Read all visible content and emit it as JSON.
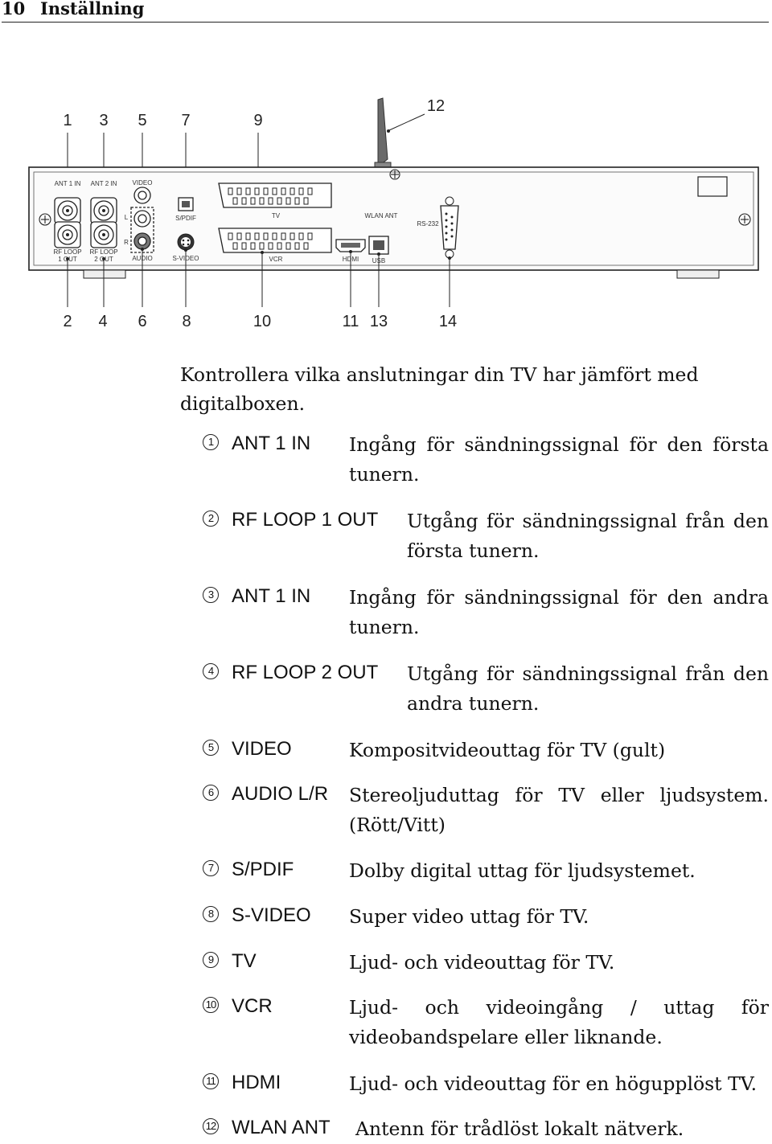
{
  "header": {
    "chapter": "10",
    "title": "Inställning"
  },
  "diagram": {
    "top_callouts": [
      "1",
      "3",
      "5",
      "7",
      "9",
      "12"
    ],
    "bottom_callouts": [
      "2",
      "4",
      "6",
      "8",
      "10",
      "11",
      "13",
      "14"
    ],
    "panel_labels": {
      "ant1_in": "ANT 1 IN",
      "ant2_in": "ANT 2 IN",
      "video": "VIDEO",
      "l": "L",
      "r": "R",
      "spdif": "S/PDIF",
      "tv": "TV",
      "wlan_ant": "WLAN ANT",
      "rs232": "RS-232",
      "rf_loop1_a": "RF LOOP",
      "rf_loop1_b": "1 OUT",
      "rf_loop2_a": "RF LOOP",
      "rf_loop2_b": "2 OUT",
      "audio": "AUDIO",
      "svideo": "S-VIDEO",
      "vcr": "VCR",
      "hdmi": "HDMI",
      "usb": "USB"
    }
  },
  "intro": "Kontrollera vilka anslutningar din TV har jämfört med digitalboxen.",
  "items": [
    {
      "num": "1",
      "term": "ANT 1 IN",
      "desc": "Ingång för sändningssignal för den första tunern."
    },
    {
      "num": "2",
      "term": "RF LOOP 1 OUT",
      "desc": "Utgång för sändningssignal från den första tunern."
    },
    {
      "num": "3",
      "term": "ANT 1 IN",
      "desc": "Ingång för sändningssignal för den andra tunern."
    },
    {
      "num": "4",
      "term": "RF LOOP 2 OUT",
      "desc": "Utgång för sändningssignal från den andra tunern."
    },
    {
      "num": "5",
      "term": "VIDEO",
      "desc": "Kompositvideouttag för TV (gult)"
    },
    {
      "num": "6",
      "term": "AUDIO L/R",
      "desc": "Stereoljuduttag för TV eller ljudsystem. (Rött/Vitt)"
    },
    {
      "num": "7",
      "term": "S/PDIF",
      "desc": "Dolby digital uttag för ljudsystemet."
    },
    {
      "num": "8",
      "term": "S-VIDEO",
      "desc": "Super video uttag för TV."
    },
    {
      "num": "9",
      "term": "TV",
      "desc": "Ljud- och videouttag för TV."
    },
    {
      "num": "10",
      "term": "VCR",
      "desc": "Ljud- och videoingång / uttag för videobandspelare eller liknande."
    },
    {
      "num": "11",
      "term": "HDMI",
      "desc": "Ljud- och videouttag för en högupplöst TV."
    },
    {
      "num": "12",
      "term": "WLAN ANT",
      "desc": "Antenn för trådlöst lokalt nätverk."
    }
  ]
}
